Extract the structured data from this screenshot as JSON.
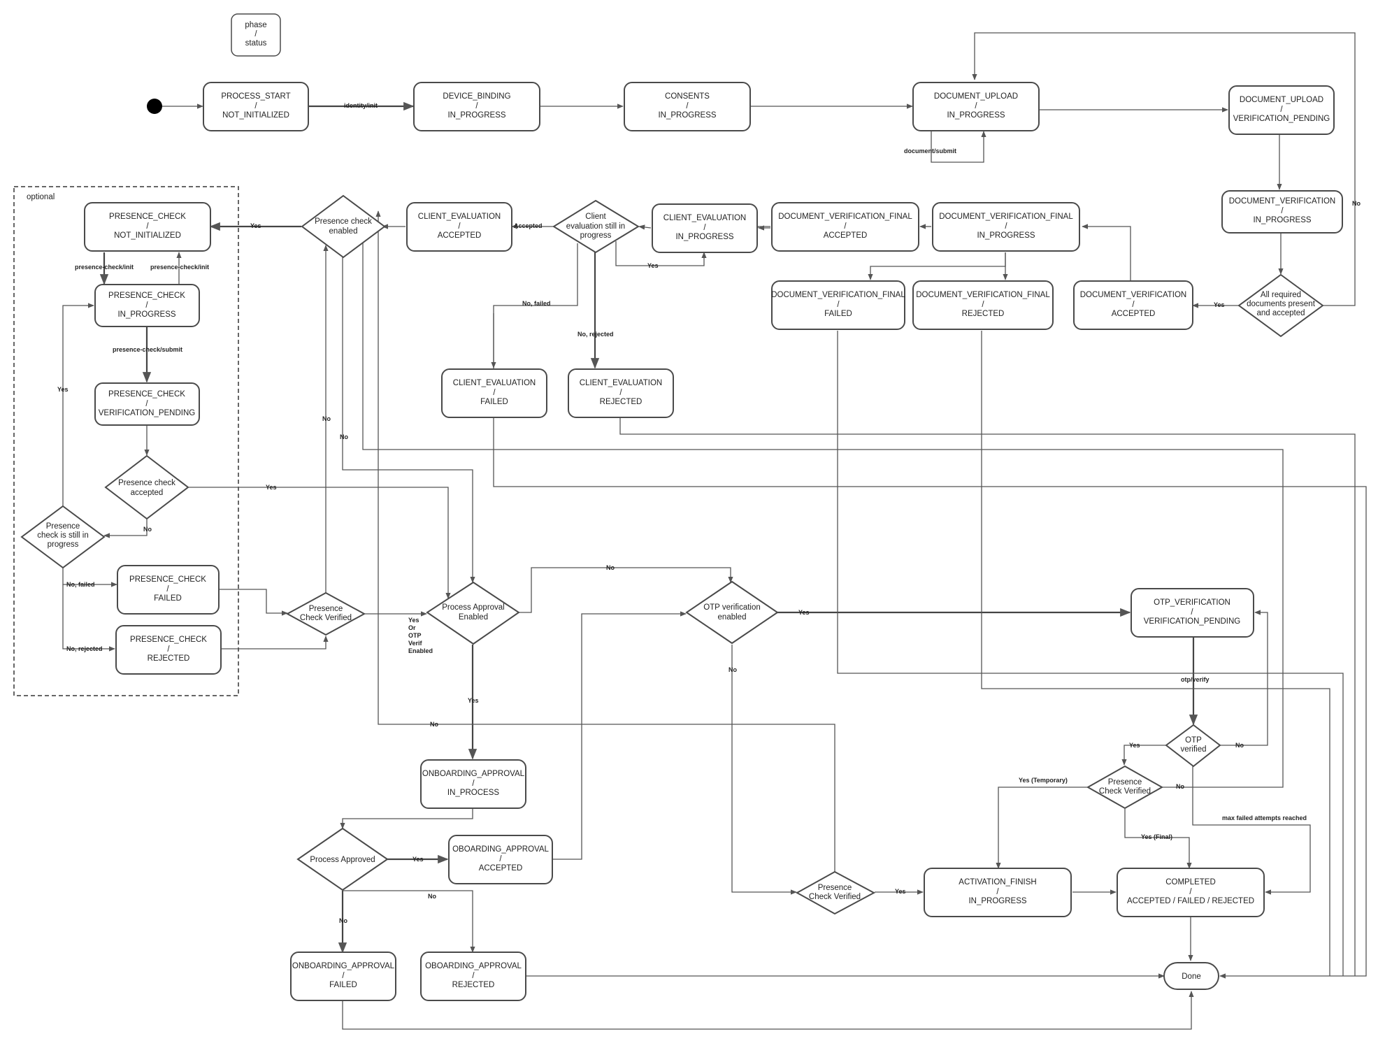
{
  "legend": {
    "lines": [
      "phase",
      "/",
      "status"
    ]
  },
  "optional_label": "optional",
  "states": [
    {
      "id": "process_start",
      "lines": [
        "PROCESS_START",
        "/",
        "NOT_INITIALIZED"
      ]
    },
    {
      "id": "device_binding",
      "lines": [
        "DEVICE_BINDING",
        "/",
        "IN_PROGRESS"
      ]
    },
    {
      "id": "consents",
      "lines": [
        "CONSENTS",
        "/",
        "IN_PROGRESS"
      ]
    },
    {
      "id": "document_upload",
      "lines": [
        "DOCUMENT_UPLOAD",
        "/",
        "IN_PROGRESS"
      ]
    },
    {
      "id": "document_upload_verif_pending",
      "lines": [
        "DOCUMENT_UPLOAD",
        "/",
        "VERIFICATION_PENDING"
      ]
    },
    {
      "id": "document_verification_in_progress",
      "lines": [
        "DOCUMENT_VERIFICATION",
        "/",
        "IN_PROGRESS"
      ]
    },
    {
      "id": "presence_check_not_initialized",
      "lines": [
        "PRESENCE_CHECK",
        "/",
        "NOT_INITIALIZED"
      ]
    },
    {
      "id": "client_evaluation_accepted",
      "lines": [
        "CLIENT_EVALUATION",
        "/",
        "ACCEPTED"
      ]
    },
    {
      "id": "client_evaluation_in_progress",
      "lines": [
        "CLIENT_EVALUATION",
        "/",
        "IN_PROGRESS"
      ]
    },
    {
      "id": "docverif_final_accepted",
      "lines": [
        "DOCUMENT_VERIFICATION_FINAL",
        "/",
        "ACCEPTED"
      ]
    },
    {
      "id": "docverif_final_in_progress",
      "lines": [
        "DOCUMENT_VERIFICATION_FINAL",
        "/",
        "IN_PROGRESS"
      ]
    },
    {
      "id": "presence_check_in_progress",
      "lines": [
        "PRESENCE_CHECK",
        "/",
        "IN_PROGRESS"
      ]
    },
    {
      "id": "docverif_final_failed",
      "lines": [
        "DOCUMENT_VERIFICATION_FINAL",
        "/",
        "FAILED"
      ]
    },
    {
      "id": "docverif_final_rejected",
      "lines": [
        "DOCUMENT_VERIFICATION_FINAL",
        "/",
        "REJECTED"
      ]
    },
    {
      "id": "document_verification_accepted",
      "lines": [
        "DOCUMENT_VERIFICATION",
        "/",
        "ACCEPTED"
      ]
    },
    {
      "id": "presence_check_verif_pending",
      "lines": [
        "PRESENCE_CHECK",
        "/",
        "VERIFICATION_PENDING"
      ]
    },
    {
      "id": "client_evaluation_failed",
      "lines": [
        "CLIENT_EVALUATION",
        "/",
        "FAILED"
      ]
    },
    {
      "id": "client_evaluation_rejected",
      "lines": [
        "CLIENT_EVALUATION",
        "/",
        "REJECTED"
      ]
    },
    {
      "id": "presence_check_failed",
      "lines": [
        "PRESENCE_CHECK",
        "/",
        "FAILED"
      ]
    },
    {
      "id": "presence_check_rejected",
      "lines": [
        "PRESENCE_CHECK",
        "/",
        "REJECTED"
      ]
    },
    {
      "id": "otp_verification_pending",
      "lines": [
        "OTP_VERIFICATION",
        "/",
        "VERIFICATION_PENDING"
      ]
    },
    {
      "id": "onboarding_approval_in_process",
      "lines": [
        "ONBOARDING_APPROVAL",
        "/",
        "IN_PROCESS"
      ]
    },
    {
      "id": "oboarding_approval_accepted",
      "lines": [
        "OBOARDING_APPROVAL",
        "/",
        "ACCEPTED"
      ]
    },
    {
      "id": "activation_finish",
      "lines": [
        "ACTIVATION_FINISH",
        "/",
        "IN_PROGRESS"
      ]
    },
    {
      "id": "completed",
      "lines": [
        "COMPLETED",
        "/",
        "ACCEPTED / FAILED / REJECTED"
      ]
    },
    {
      "id": "onboarding_approval_failed",
      "lines": [
        "ONBOARDING_APPROVAL",
        "/",
        "FAILED"
      ]
    },
    {
      "id": "oboarding_approval_rejected",
      "lines": [
        "OBOARDING_APPROVAL",
        "/",
        "REJECTED"
      ]
    },
    {
      "id": "done",
      "lines": [
        "Done"
      ]
    }
  ],
  "decisions": [
    {
      "id": "presence_check_enabled",
      "lines": [
        "Presence check",
        "enabled"
      ]
    },
    {
      "id": "client_eval_still_in_progress",
      "lines": [
        "Client",
        "evaluation still in",
        "progress"
      ]
    },
    {
      "id": "all_required_documents",
      "lines": [
        "All required",
        "documents present",
        "and accepted"
      ]
    },
    {
      "id": "presence_check_accepted",
      "lines": [
        "Presence check",
        "accepted"
      ]
    },
    {
      "id": "presence_check_still_in_progress",
      "lines": [
        "Presence",
        "check is still in",
        "progress"
      ]
    },
    {
      "id": "presence_check_verified_left",
      "lines": [
        "Presence",
        "Check Verified"
      ]
    },
    {
      "id": "process_approval_enabled",
      "lines": [
        "Process Approval",
        "Enabled"
      ]
    },
    {
      "id": "otp_verification_enabled",
      "lines": [
        "OTP verification",
        "enabled"
      ]
    },
    {
      "id": "otp_verified",
      "lines": [
        "OTP",
        "verified"
      ]
    },
    {
      "id": "presence_check_verified_right",
      "lines": [
        "Presence",
        "Check Verified"
      ]
    },
    {
      "id": "process_approved",
      "lines": [
        "Process Approved"
      ]
    },
    {
      "id": "presence_check_verified_bottom",
      "lines": [
        "Presence",
        "Check Verified"
      ]
    }
  ],
  "edge_labels": [
    {
      "id": "identity_init",
      "text": "identity/init"
    },
    {
      "id": "document_submit",
      "text": "document/submit"
    },
    {
      "id": "no_all_docs",
      "text": "No"
    },
    {
      "id": "yes_all_docs",
      "text": "Yes"
    },
    {
      "id": "yes_presence_enabled",
      "text": "Yes"
    },
    {
      "id": "accepted_client_eval",
      "text": "Accepted"
    },
    {
      "id": "yes_client_loop",
      "text": "Yes"
    },
    {
      "id": "no_failed_client",
      "text": "No, failed"
    },
    {
      "id": "no_rejected_client",
      "text": "No, rejected"
    },
    {
      "id": "presence_check_init_1",
      "text": "presence-check/init"
    },
    {
      "id": "presence_check_init_2",
      "text": "presence-check/init"
    },
    {
      "id": "presence_check_submit",
      "text": "presence-check/submit"
    },
    {
      "id": "yes_still_progress",
      "text": "Yes"
    },
    {
      "id": "yes_pc_accepted",
      "text": "Yes"
    },
    {
      "id": "no_pc_accepted",
      "text": "No"
    },
    {
      "id": "no_failed_pc",
      "text": "No, failed"
    },
    {
      "id": "no_rejected_pc",
      "text": "No, rejected"
    },
    {
      "id": "no_pcv_left",
      "text": "No"
    },
    {
      "id": "no_pce_down",
      "text": "No"
    },
    {
      "id": "no_pae",
      "text": "No"
    },
    {
      "id": "yes_or_otp_1",
      "text": "Yes"
    },
    {
      "id": "yes_or_otp_2",
      "text": "Or"
    },
    {
      "id": "yes_or_otp_3",
      "text": "OTP"
    },
    {
      "id": "yes_or_otp_4",
      "text": "Verif"
    },
    {
      "id": "yes_or_otp_5",
      "text": "Enabled"
    },
    {
      "id": "yes_otp_enabled",
      "text": "Yes"
    },
    {
      "id": "no_otp_enabled",
      "text": "No"
    },
    {
      "id": "yes_pae_down",
      "text": "Yes"
    },
    {
      "id": "no_long",
      "text": "No"
    },
    {
      "id": "otp_verify",
      "text": "otp/verify"
    },
    {
      "id": "yes_otp_verified",
      "text": "Yes"
    },
    {
      "id": "no_otp_verified",
      "text": "No"
    },
    {
      "id": "yes_temporary",
      "text": "Yes (Temporary)"
    },
    {
      "id": "no_pcv_right",
      "text": "No"
    },
    {
      "id": "max_failed",
      "text": "max failed attempts reached"
    },
    {
      "id": "yes_final",
      "text": "Yes (Final)"
    },
    {
      "id": "yes_process_approved",
      "text": "Yes"
    },
    {
      "id": "no_process_approved_down",
      "text": "No"
    },
    {
      "id": "no_process_approved_right",
      "text": "No"
    },
    {
      "id": "yes_pcv_bottom",
      "text": "Yes"
    }
  ]
}
